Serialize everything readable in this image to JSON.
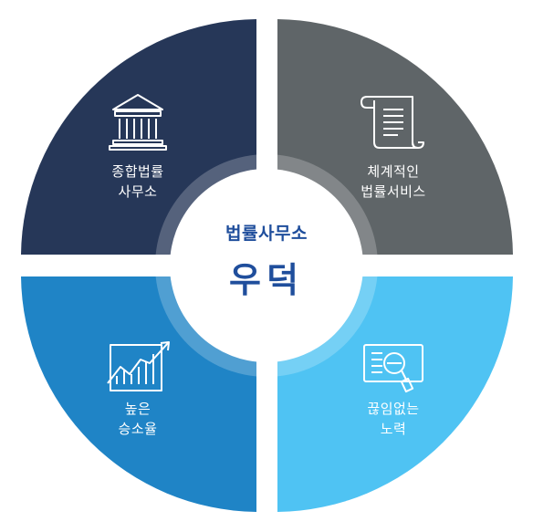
{
  "colors": {
    "q_top_left": "#263758",
    "q_top_right": "#5f6568",
    "q_bottom_left": "#1f84c6",
    "q_bottom_right": "#4fc3f3",
    "ring": "#e3e6ea",
    "center_text": "#1f4e9c"
  },
  "center": {
    "subtitle": "법률사무소",
    "title": "우덕"
  },
  "quadrants": [
    {
      "id": "top-left",
      "icon": "courthouse-icon",
      "line1": "종합법률",
      "line2": "사무소"
    },
    {
      "id": "top-right",
      "icon": "scroll-document-icon",
      "line1": "체계적인",
      "line2": "법률서비스"
    },
    {
      "id": "bottom-left",
      "icon": "rising-chart-icon",
      "line1": "높은",
      "line2": "승소율"
    },
    {
      "id": "bottom-right",
      "icon": "document-magnifier-icon",
      "line1": "끊임없는",
      "line2": "노력"
    }
  ]
}
